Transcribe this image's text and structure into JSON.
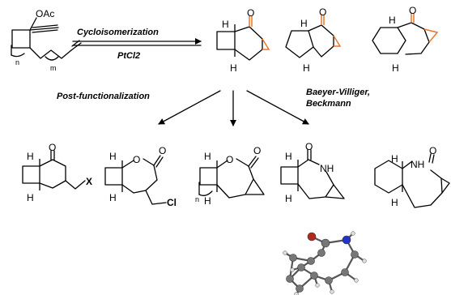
{
  "scheme": {
    "arrow_above_label": "Cycloisomerization",
    "arrow_below_label": "PtCl2",
    "post_functionalization": "Post-functionalization",
    "bv_line1": "Baeyer-Villiger,",
    "bv_line2": "Beckmann"
  },
  "atoms": {
    "acetate": "OAc",
    "oxygen": "O",
    "hydrogen": "H",
    "n_index": "n",
    "m_index": "m",
    "x_group": "X",
    "chlorine": "Cl",
    "nh": "NH",
    "n": "N"
  },
  "colors": {
    "oxygen_red": "#e8321c",
    "oxygen_orange": "#e8772e",
    "halogen_green": "#1fc21f",
    "nitrogen_blue": "#1e3ae0"
  }
}
